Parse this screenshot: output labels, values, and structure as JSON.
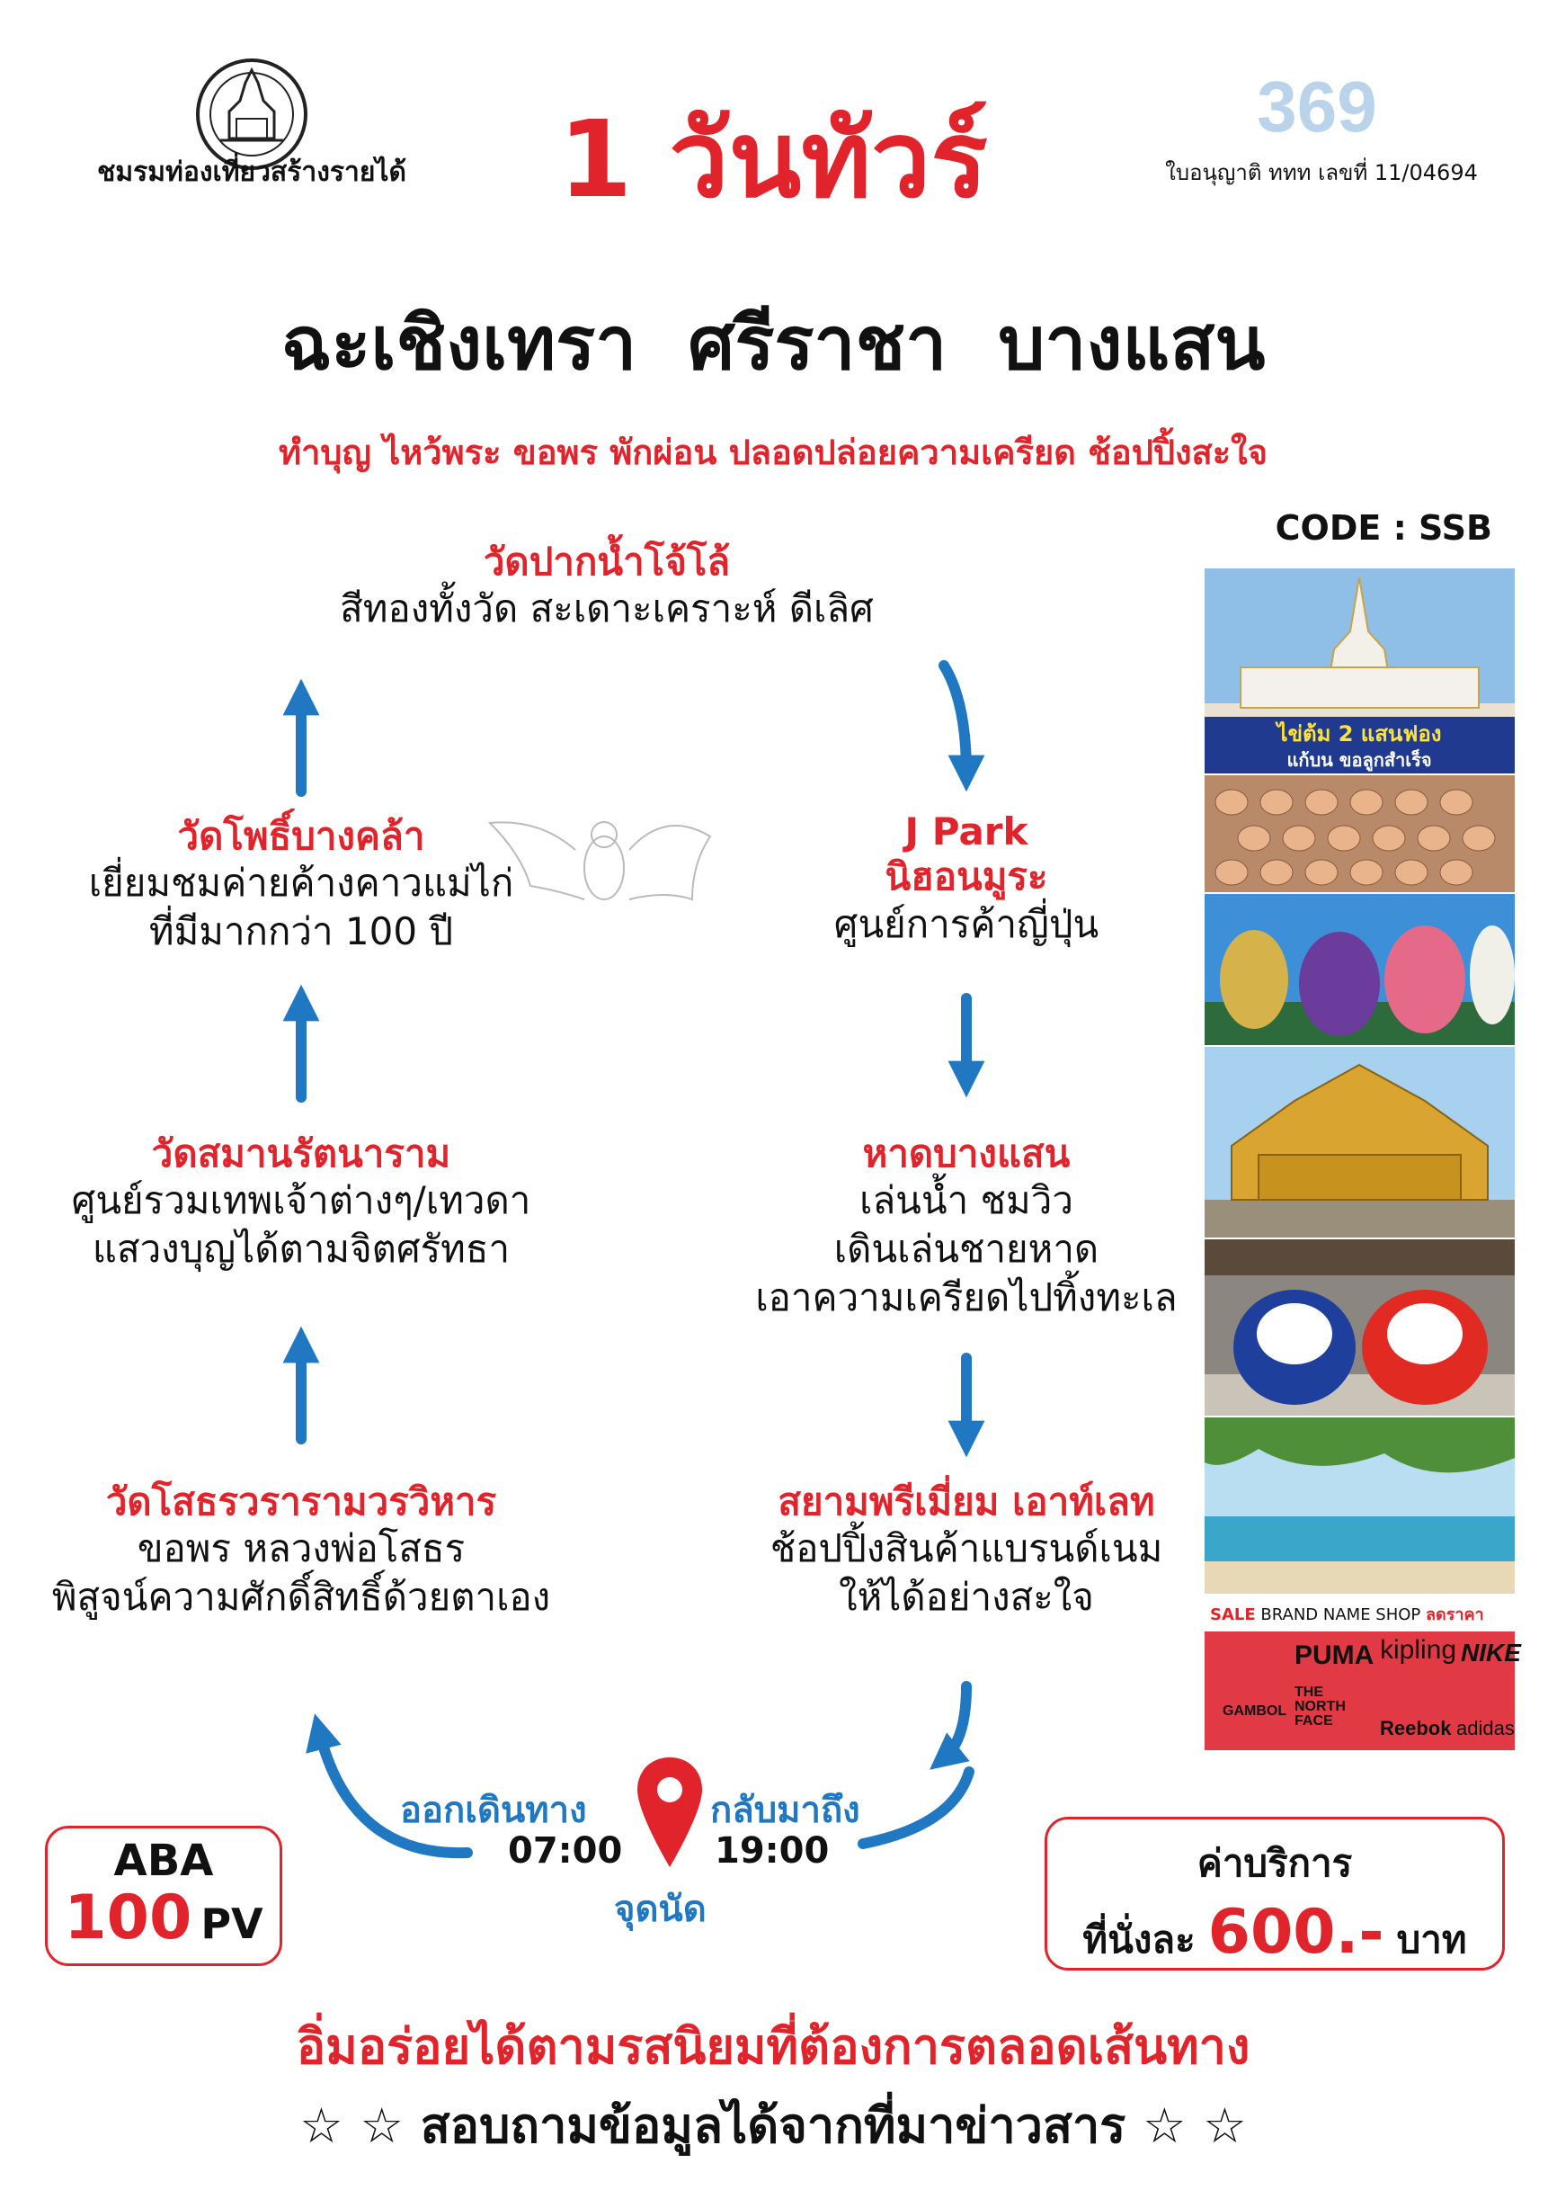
{
  "header": {
    "club_name": "ชมรมท่องเที่ยวสร้างรายได้",
    "tour_title": "1 วันทัวร์",
    "logo_text": "369",
    "license": "ใบอนุญาติ ททท เลขที่ 11/04694",
    "destinations": "ฉะเชิงเทรา  ศรีราชา  บางแสน",
    "tagline": "ทำบุญ ไหว้พระ ขอพร พักผ่อน ปลอดปล่อยความเครียด ช้อปปิ้งสะใจ",
    "code": "CODE : SSB"
  },
  "stops": {
    "wat_paknam": {
      "name": "วัดปากน้ำโจ้โล้",
      "desc1": "สีทองทั้งวัด สะเดาะเคราะห์ ดีเลิศ",
      "desc2": ""
    },
    "jpark": {
      "name1": "J Park",
      "name2": "นิฮอนมูระ",
      "desc1": "ศูนย์การค้าญี่ปุ่น"
    },
    "bangsaen": {
      "name": "หาดบางแสน",
      "desc1": "เล่นน้ำ ชมวิว",
      "desc2": "เดินเล่นชายหาด",
      "desc3": "เอาความเครียดไปทิ้งทะเล"
    },
    "siam_outlet": {
      "name": "สยามพรีเมี่ยม เอาท์เลท",
      "desc1": "ช้อปปิ้งสินค้าแบรนด์เนม",
      "desc2": "ให้ได้อย่างสะใจ"
    },
    "wat_pho": {
      "name": "วัดโพธิ์บางคล้า",
      "desc1": "เยี่ยมชมค่ายค้างคาวแม่ไก่",
      "desc2": "ที่มีมากกว่า 100 ปี"
    },
    "wat_saman": {
      "name": "วัดสมานรัตนาราม",
      "desc1": "ศูนย์รวมเทพเจ้าต่างๆ/เทวดา",
      "desc2": "แสวงบุญได้ตามจิตศรัทธา"
    },
    "wat_sothon": {
      "name": "วัดโสธรวรารามวรวิหาร",
      "desc1": "ขอพร หลวงพ่อโสธร",
      "desc2": "พิสูจน์ความศักดิ์สิทธิ์ด้วยตาเอง"
    }
  },
  "schedule": {
    "depart_label": "ออกเดินทาง",
    "depart_time": "07:00",
    "return_label": "กลับมาถึง",
    "return_time": "19:00",
    "meeting_point": "จุดนัด"
  },
  "pv": {
    "label": "ABA",
    "value": "100",
    "unit": "PV"
  },
  "price": {
    "label": "ค่าบริการ",
    "prefix": "ที่นั่งละ",
    "value": "600.-",
    "unit": "บาท"
  },
  "photos": {
    "caption1": "ไข่ต้ม 2 แสนฟอง",
    "caption2": "แก้บน ขอลูกสำเร็จ",
    "brand_sale": "SALE",
    "brand_shop": "BRAND NAME SHOP",
    "brand_discount": "ลดราคา",
    "brands": [
      "PUMA",
      "kipling",
      "NIKE",
      "GAMBOL",
      "THE NORTH FACE",
      "Reebok",
      "adidas"
    ]
  },
  "footer": {
    "line1": "อิ่มอร่อยได้ตามรสนิยมที่ต้องการตลอดเส้นทาง",
    "line2": "☆ ☆ สอบถามข้อมูลได้จากที่มาข่าวสาร ☆ ☆"
  },
  "colors": {
    "accent_red": "#e1242b",
    "accent_blue": "#1f78c1"
  }
}
